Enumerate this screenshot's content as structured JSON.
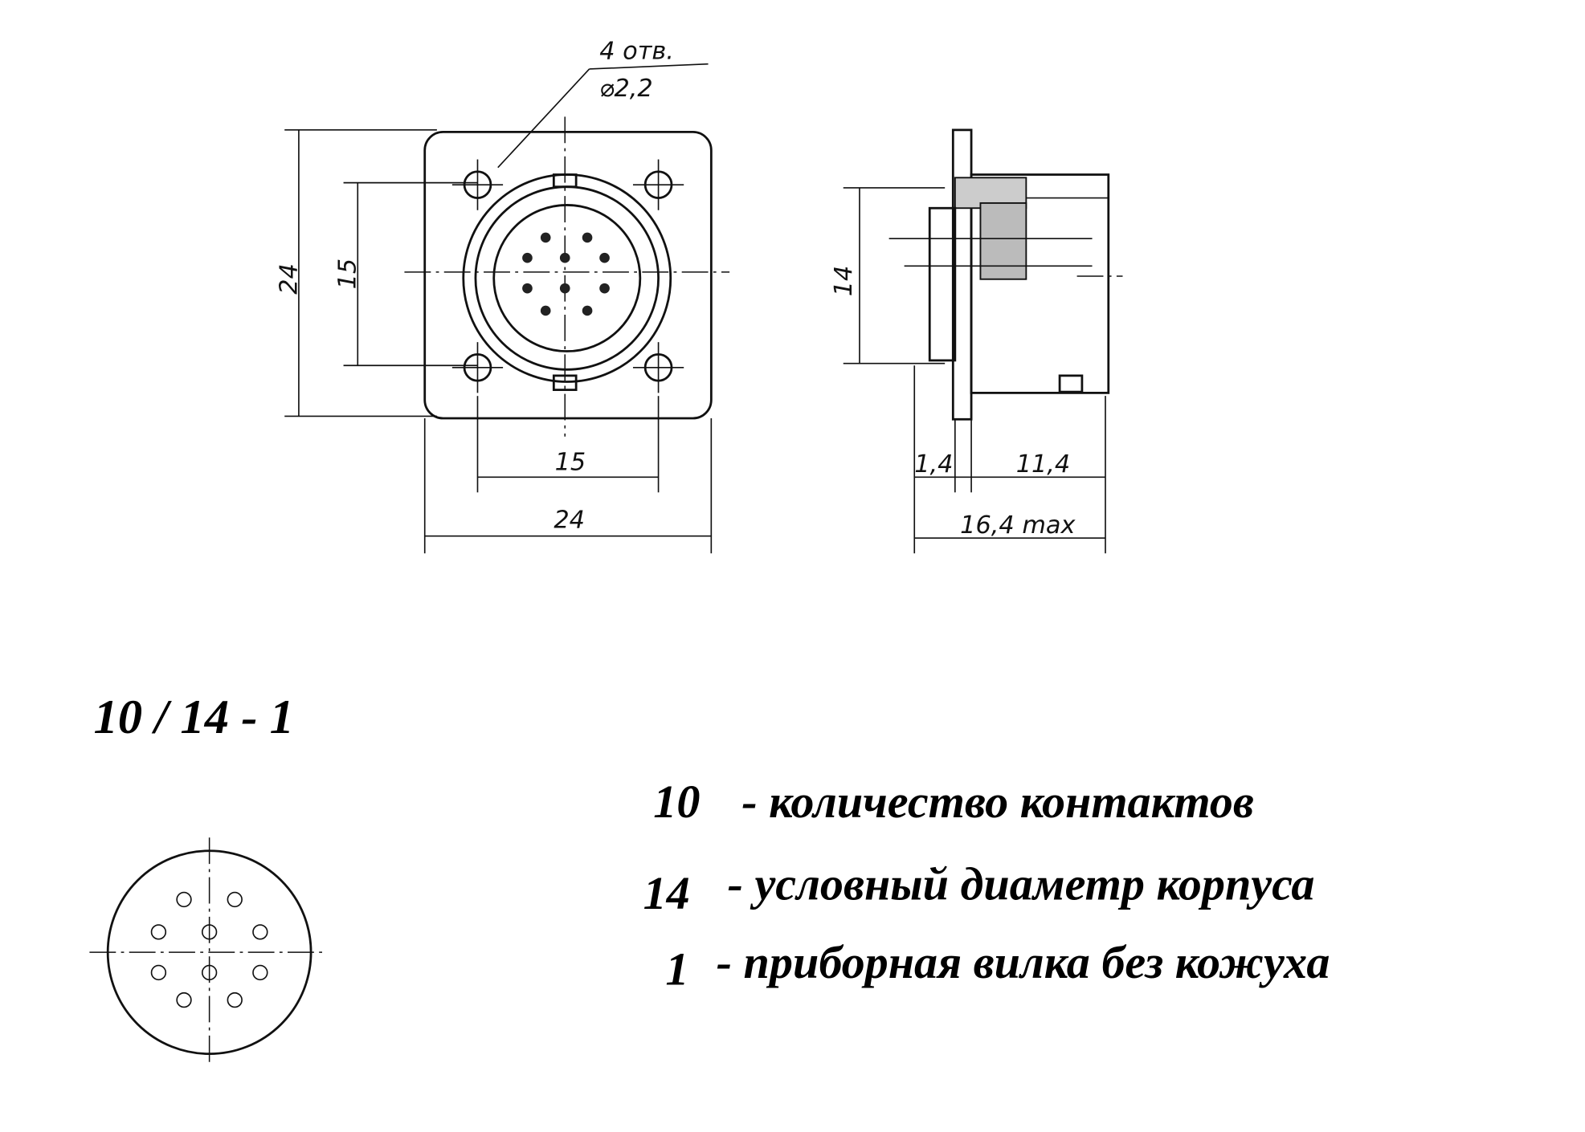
{
  "drawing": {
    "holes_note_line1": "4 отв.",
    "holes_note_line2": "⌀2,2",
    "dim_front_height": "24",
    "dim_front_hole_spacing_v": "15",
    "dim_front_hole_spacing_h": "15",
    "dim_front_width": "24",
    "dim_side_height": "14",
    "dim_side_flange": "1,4",
    "dim_side_body": "11,4",
    "dim_side_total": "16,4 max"
  },
  "designation": {
    "code": "10 / 14 - 1",
    "legend": [
      {
        "num": "10",
        "text": "- количество  контактов"
      },
      {
        "num": "14",
        "text": "- условный диаметр корпуса"
      },
      {
        "num": "1",
        "text": "- приборная вилка без кожуха"
      }
    ]
  }
}
